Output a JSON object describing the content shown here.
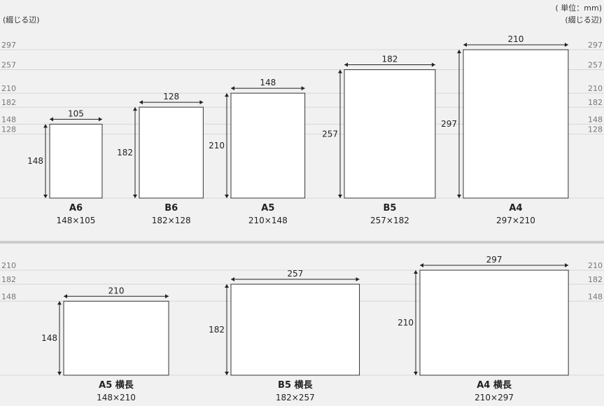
{
  "header": {
    "binding_left": "(綴じる辺)",
    "unit": "( 単位：mm)",
    "binding_right": "(綴じる辺)"
  },
  "portrait": {
    "guide_values": [
      297,
      257,
      210,
      182,
      148,
      128
    ],
    "papers": [
      {
        "name": "A6",
        "long": 148,
        "short": 105,
        "dims": "148×105"
      },
      {
        "name": "B6",
        "long": 182,
        "short": 128,
        "dims": "182×128"
      },
      {
        "name": "A5",
        "long": 210,
        "short": 148,
        "dims": "210×148"
      },
      {
        "name": "B5",
        "long": 257,
        "short": 182,
        "dims": "257×182"
      },
      {
        "name": "A4",
        "long": 297,
        "short": 210,
        "dims": "297×210"
      }
    ]
  },
  "landscape": {
    "guide_values": [
      210,
      182,
      148
    ],
    "papers": [
      {
        "name": "A5 横長",
        "height": 148,
        "width": 210,
        "dims": "148×210"
      },
      {
        "name": "B5 横長",
        "height": 182,
        "width": 257,
        "dims": "182×257"
      },
      {
        "name": "A4 横長",
        "height": 210,
        "width": 297,
        "dims": "210×297"
      }
    ]
  },
  "colors": {
    "background": "#f1f1f1",
    "guide_line": "#d6d6d6",
    "section_divider": "#cccccc",
    "paper_fill": "#ffffff",
    "paper_stroke": "#333333",
    "arrow": "#222222",
    "guide_label": "#777777"
  }
}
